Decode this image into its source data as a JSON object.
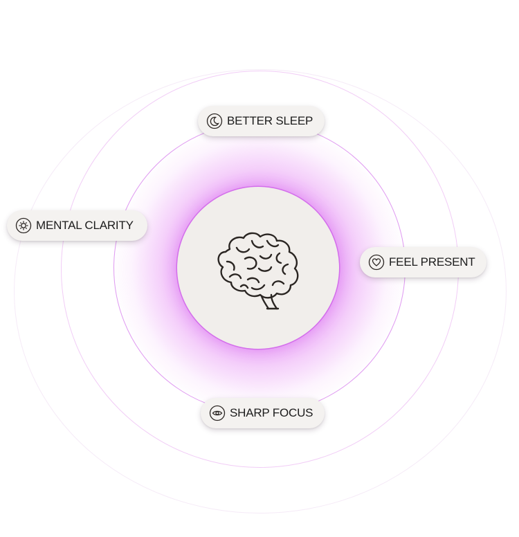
{
  "center": {
    "icon": "brain-icon"
  },
  "benefits": [
    {
      "label": "BETTER SLEEP",
      "icon": "moon-icon"
    },
    {
      "label": "MENTAL CLARITY",
      "icon": "sun-icon"
    },
    {
      "label": "FEEL PRESENT",
      "icon": "heart-icon"
    },
    {
      "label": "SHARP FOCUS",
      "icon": "eye-icon"
    }
  ],
  "colors": {
    "glow": "#d255ee",
    "ring": "#c446e6",
    "core": "#f1eeeb",
    "pill": "#f4f2f0",
    "text": "#1c1c1c"
  }
}
